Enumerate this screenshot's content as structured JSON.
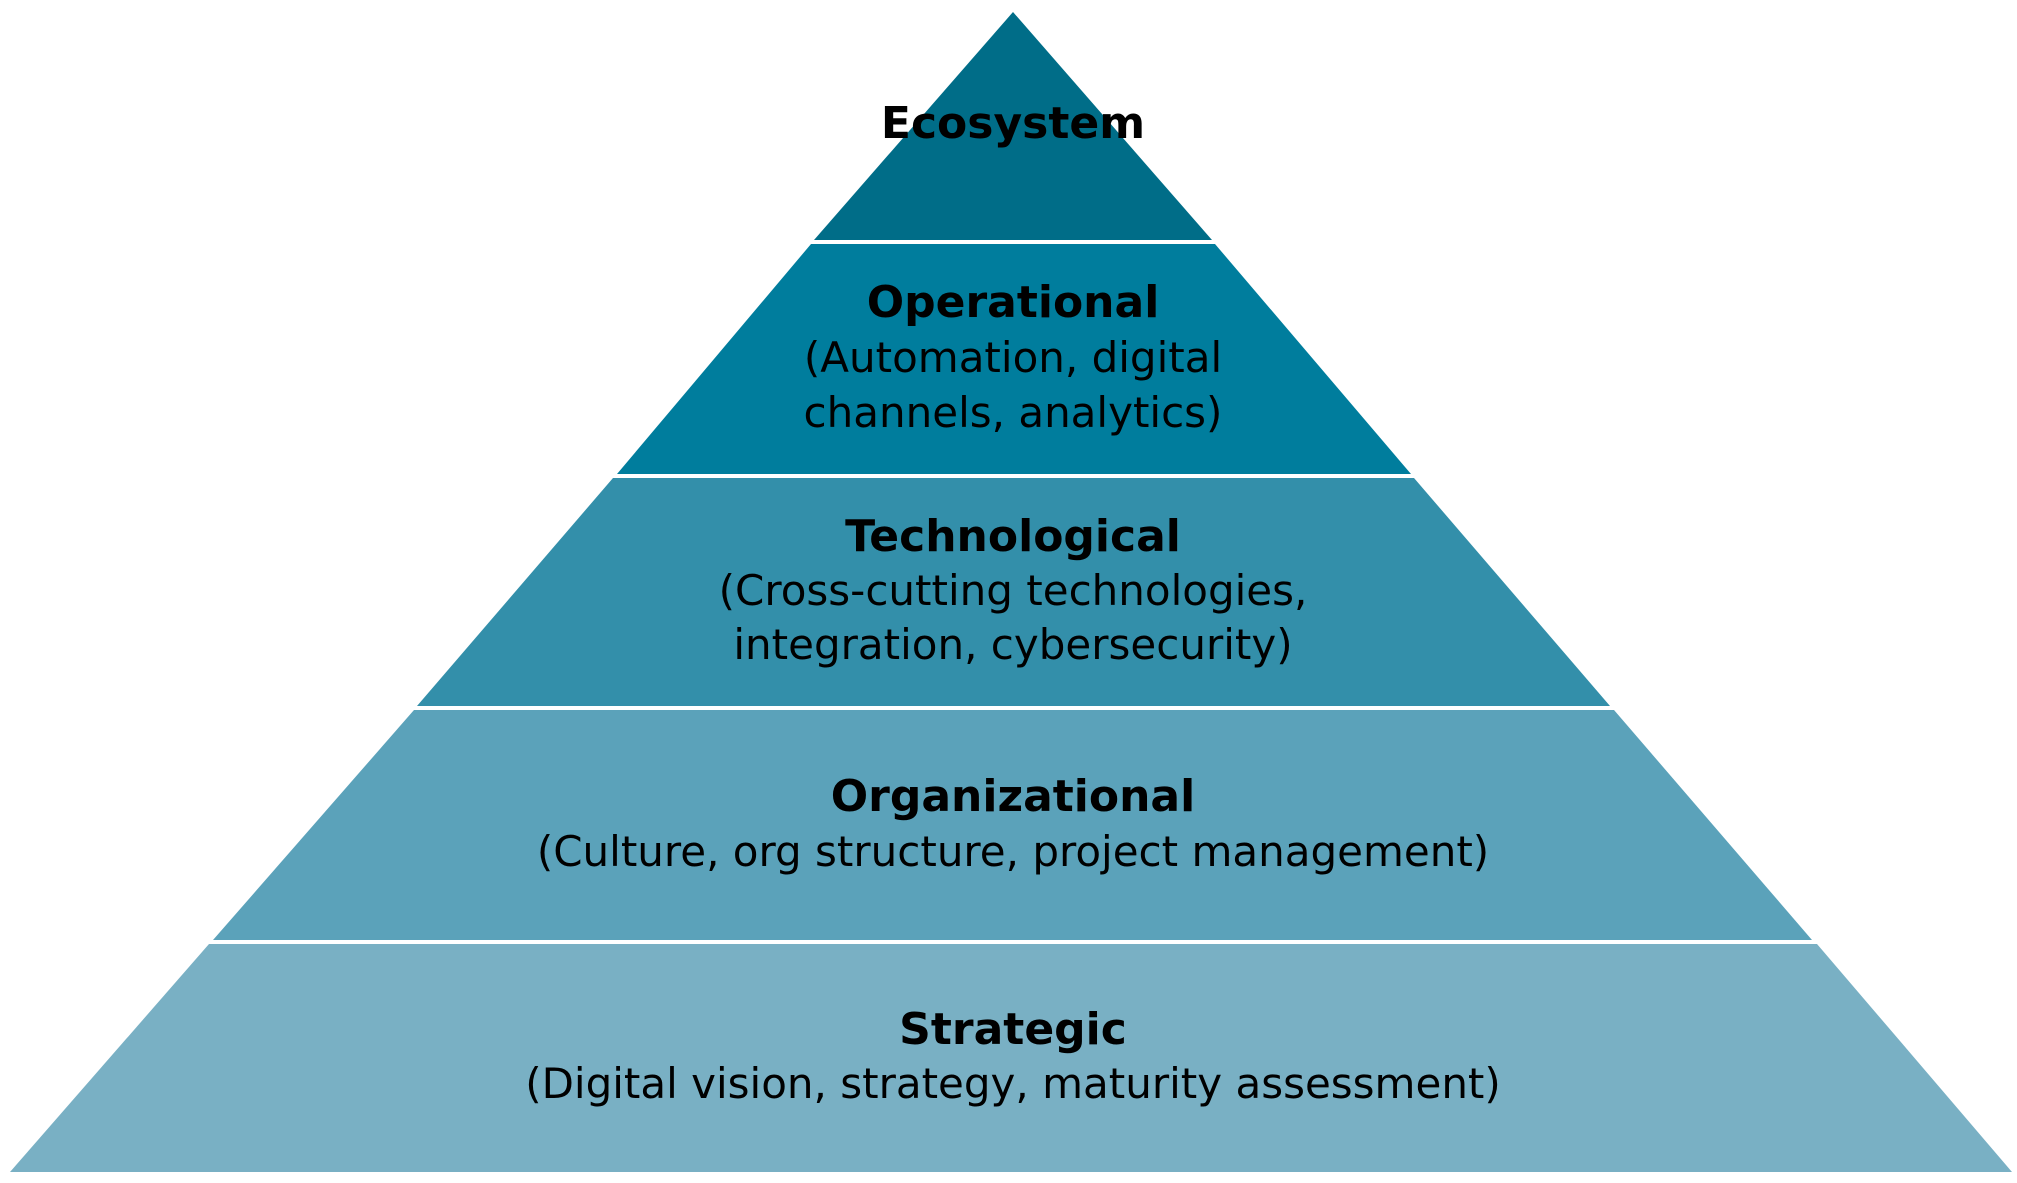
{
  "pyramid": {
    "layers": [
      {
        "key": "ecosystem",
        "title": "Ecosystem",
        "lines": [],
        "color": "#006d88"
      },
      {
        "key": "operational",
        "title": "Operational",
        "lines": [
          "(Automation, digital",
          "channels, analytics)"
        ],
        "color": "#007d9d"
      },
      {
        "key": "technological",
        "title": "Technological",
        "lines": [
          "(Cross-cutting technologies,",
          "integration, cybersecurity)"
        ],
        "color": "#338faa"
      },
      {
        "key": "organizational",
        "title": "Organizational",
        "lines": [
          "(Culture, org structure, project management)"
        ],
        "color": "#5ba2ba"
      },
      {
        "key": "strategic",
        "title": "Strategic",
        "lines": [
          "(Digital vision, strategy, maturity assessment)"
        ],
        "color": "#79b0c4"
      }
    ]
  }
}
